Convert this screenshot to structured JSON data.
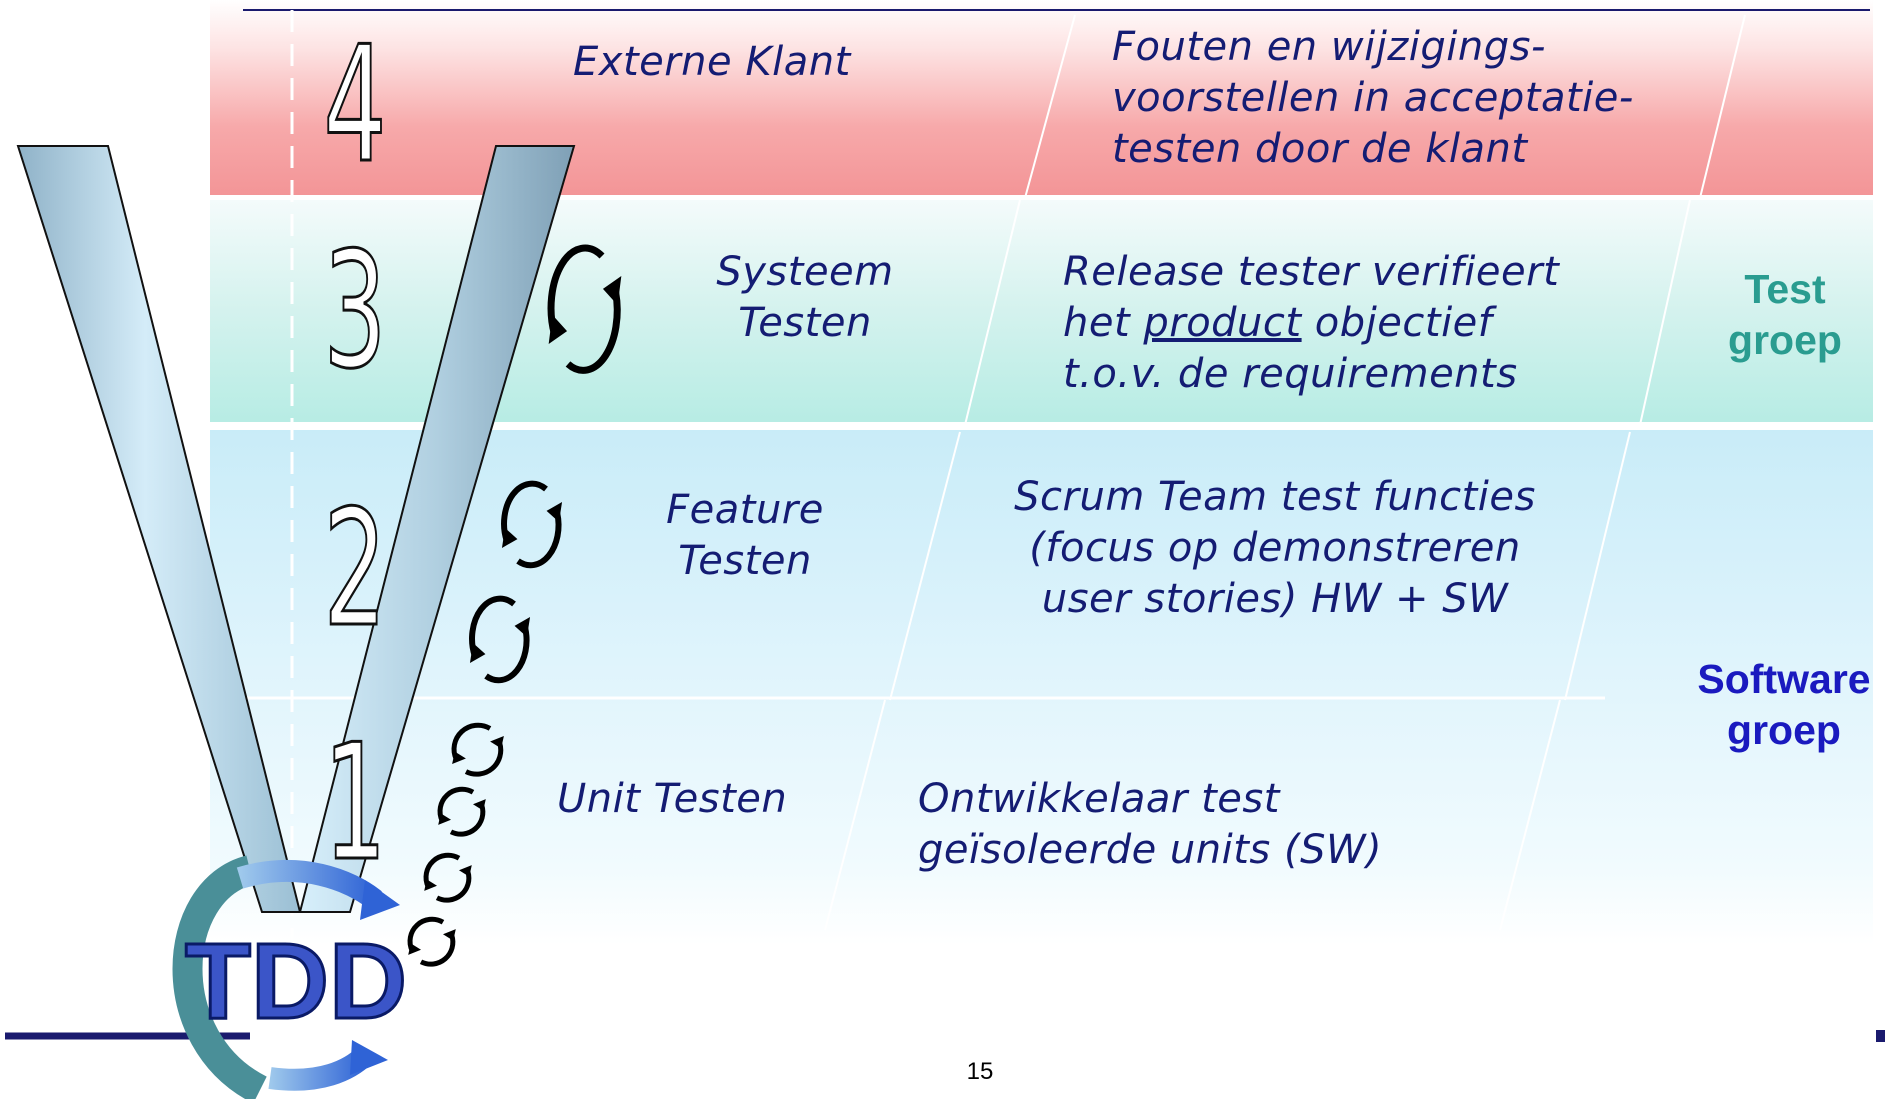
{
  "diagram_label": "V-model test levels with TDD",
  "logo_text": "TDD",
  "levels": [
    {
      "number": "4",
      "name": "Externe Klant",
      "description": "Fouten en wijzigings-\nvoorstellen in acceptatie-\ntesten door de klant"
    },
    {
      "number": "3",
      "name": "Systeem\nTesten",
      "description_parts": [
        "Release tester verifieert\nhet ",
        "product",
        " objectief\nt.o.v. de requirements"
      ]
    },
    {
      "number": "2",
      "name": "Feature\nTesten",
      "description": "Scrum Team test functies\n(focus op demonstreren\nuser stories) HW + SW"
    },
    {
      "number": "1",
      "name": "Unit Testen",
      "description": "Ontwikkelaar test\ngeïsoleerde units (SW)"
    }
  ],
  "groups": {
    "test": "Test\ngroep",
    "software": "Software\ngroep"
  },
  "page_number": "15",
  "colors": {
    "level4_band": "#f39597",
    "level3_band": "#b7ece4",
    "level12_band": "#c9ecf8",
    "text": "#141c73",
    "test_group": "#2a9c90",
    "software_group": "#1a1abf",
    "logo": "#3b55c8"
  },
  "icons": [
    "cycle-arrow-icon",
    "tdd-logo-arrow-icon"
  ]
}
